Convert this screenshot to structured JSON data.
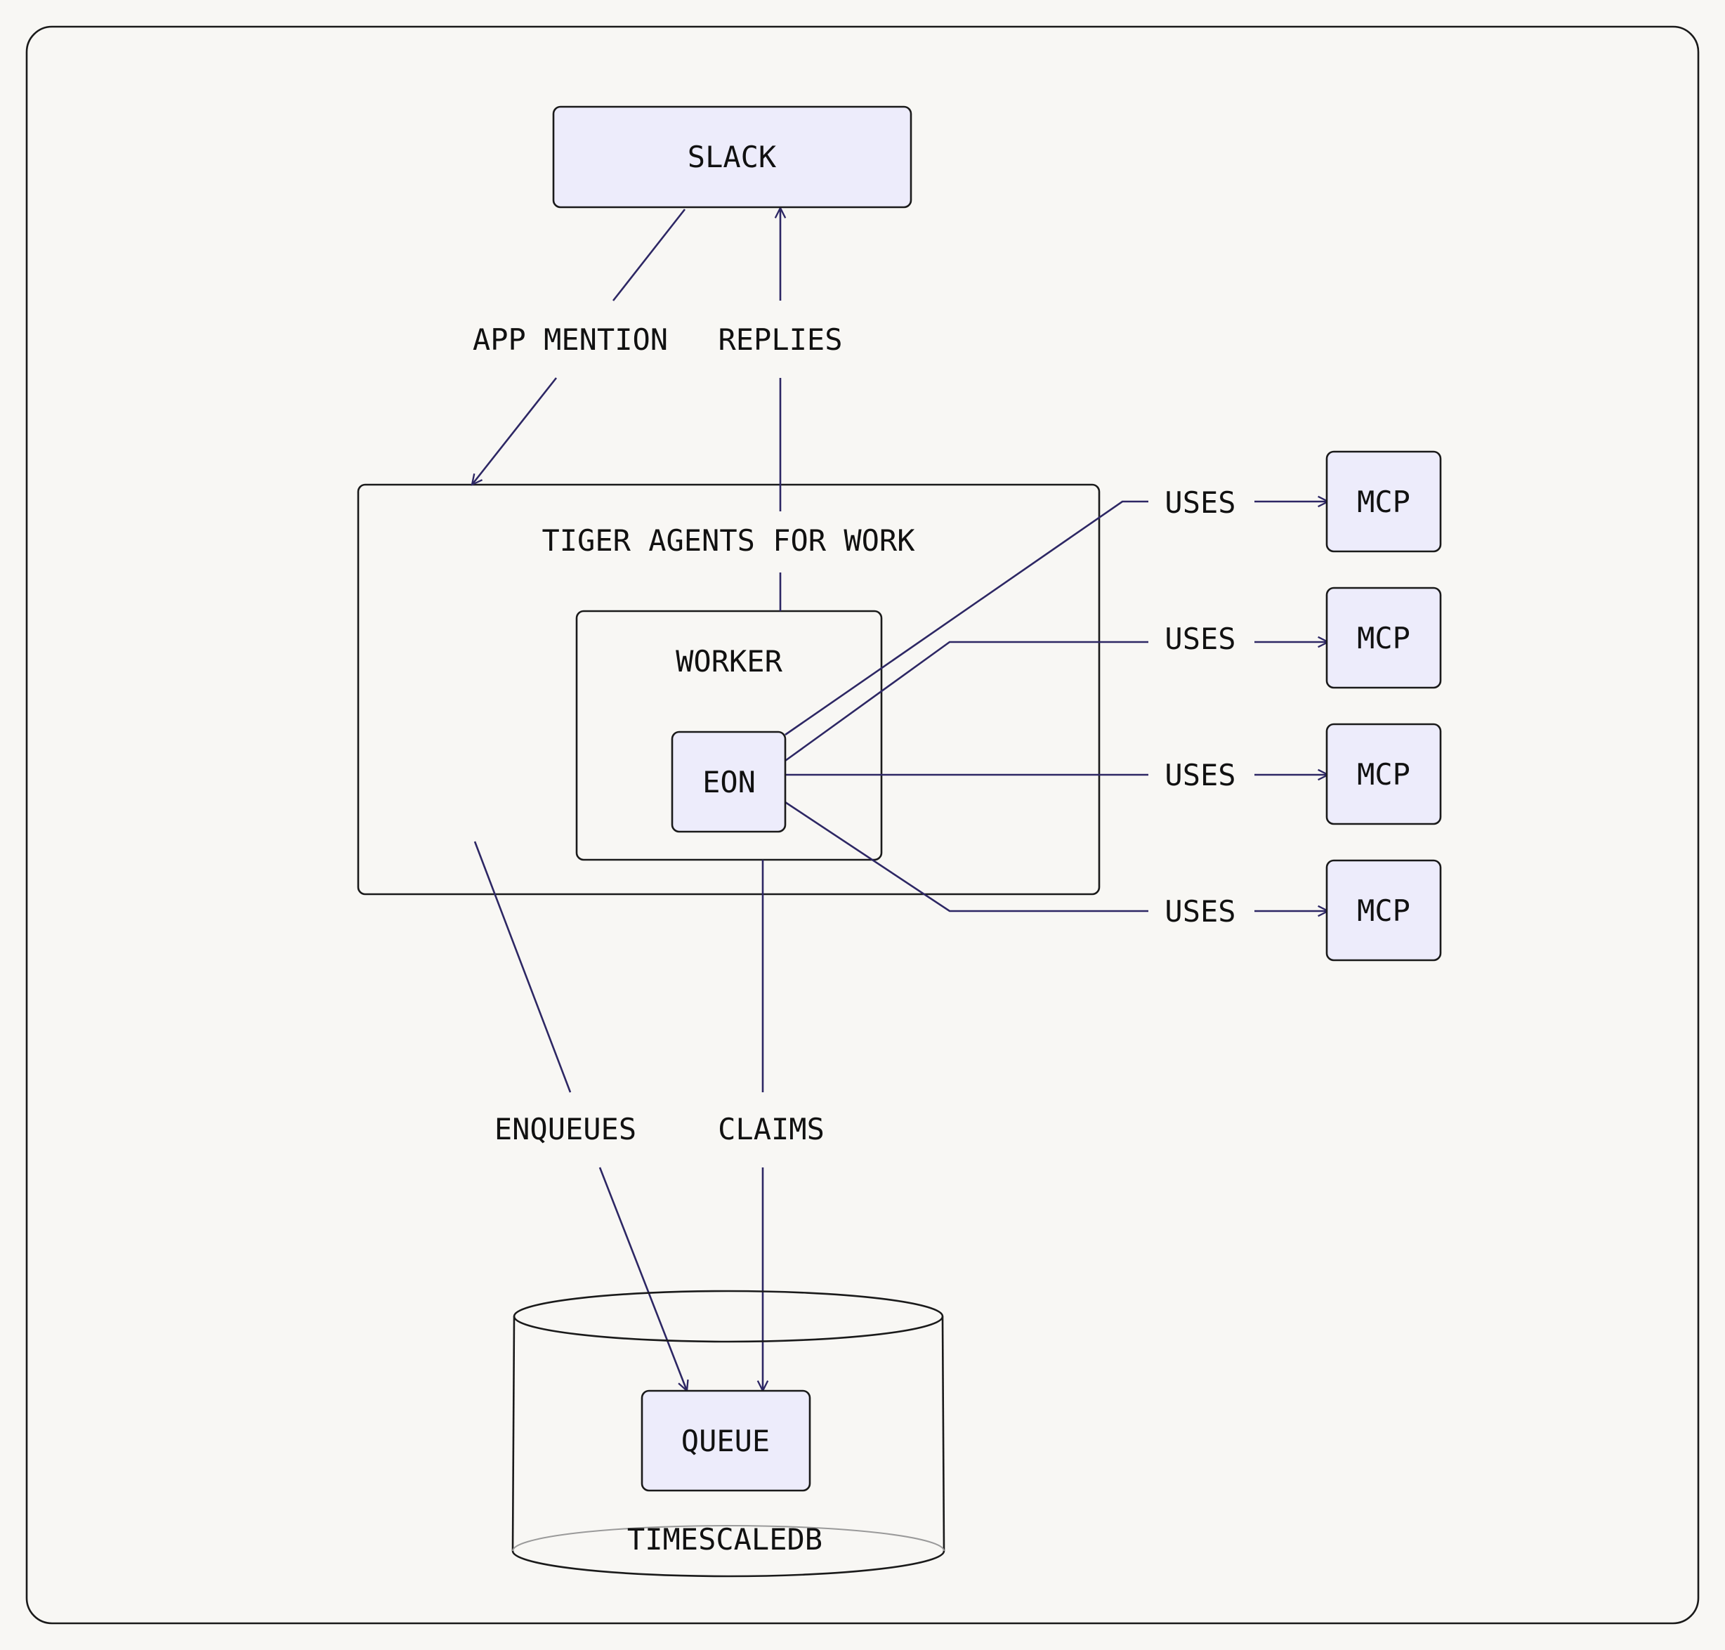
{
  "nodes": {
    "slack": "SLACK",
    "tiger_agents": "TIGER AGENTS FOR WORK",
    "worker": "WORKER",
    "eon": "EON",
    "queue": "QUEUE",
    "timescaledb": "TIMESCALEDB",
    "mcp_1": "MCP",
    "mcp_2": "MCP",
    "mcp_3": "MCP",
    "mcp_4": "MCP"
  },
  "edges": {
    "app_mention": "APP MENTION",
    "replies": "REPLIES",
    "enqueues": "ENQUEUES",
    "claims": "CLAIMS",
    "uses_1": "USES",
    "uses_2": "USES",
    "uses_3": "USES",
    "uses_4": "USES"
  },
  "colors": {
    "node_fill": "#edecfb",
    "edge_stroke": "#2d2764",
    "border": "#1a1a1a",
    "background": "#f8f7f4"
  }
}
